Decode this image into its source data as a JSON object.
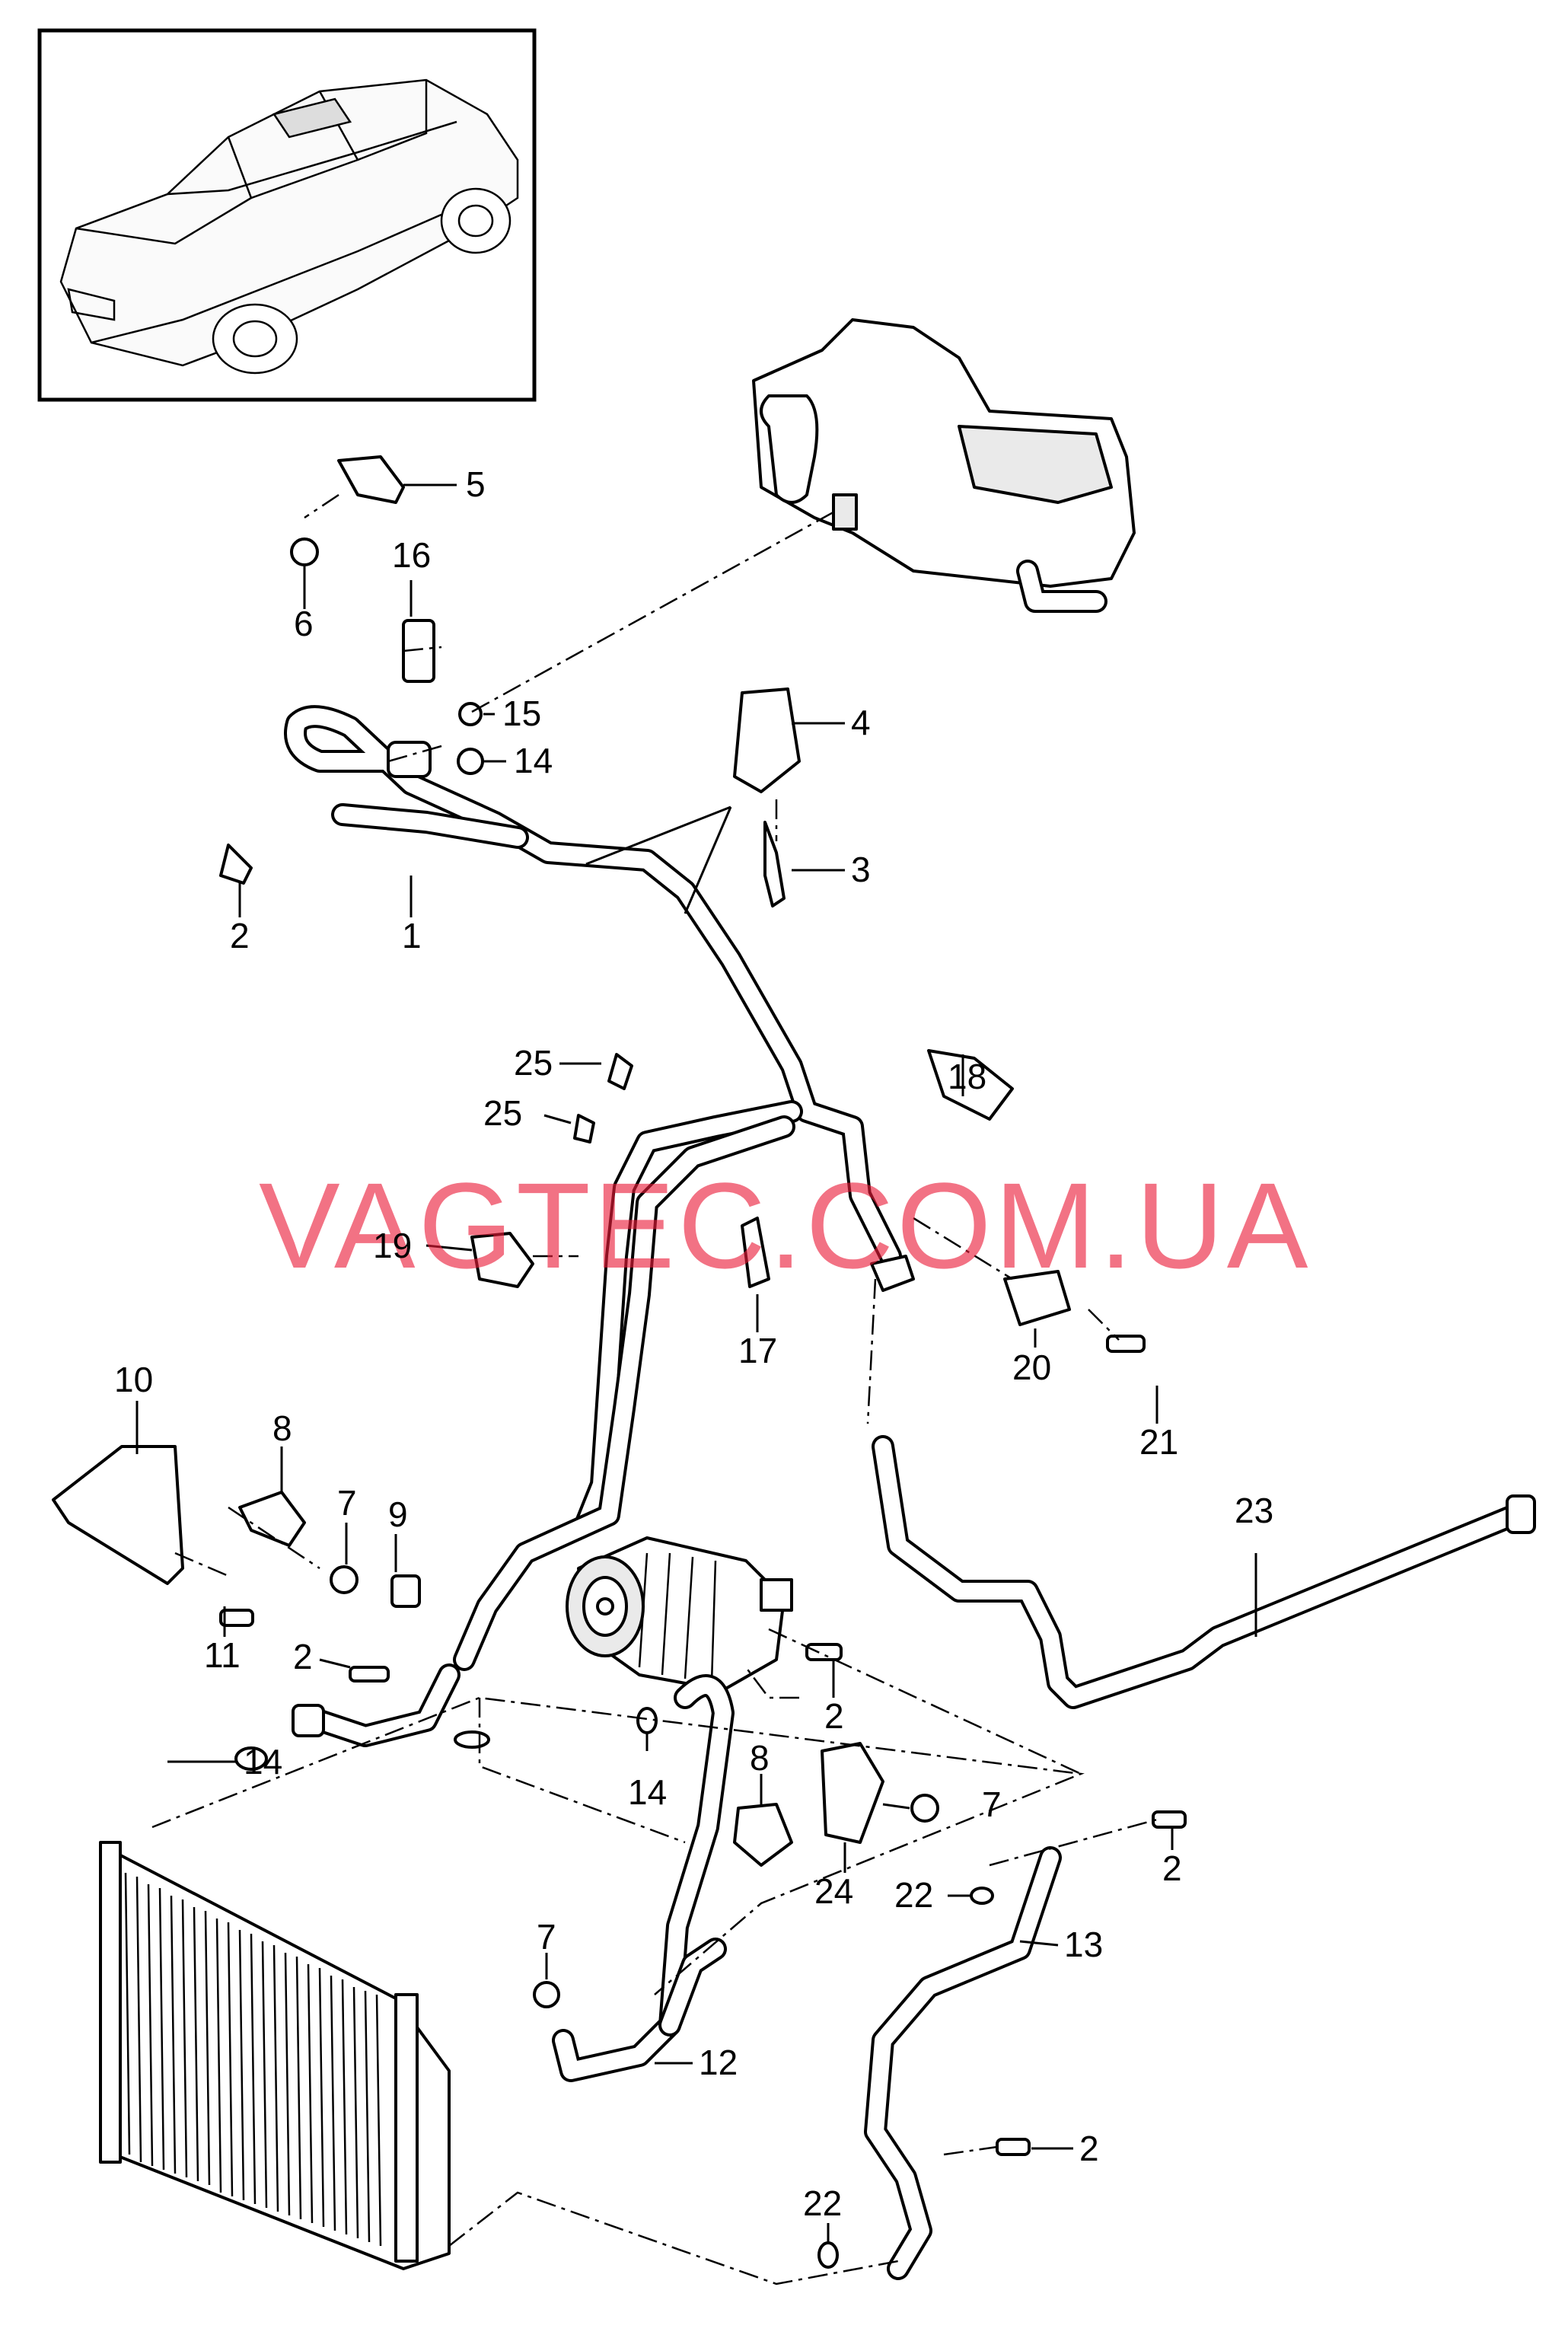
{
  "watermark": "VAGTEC.COM.UA",
  "callouts": [
    {
      "id": "c5",
      "text": "5"
    },
    {
      "id": "c6",
      "text": "6"
    },
    {
      "id": "c16",
      "text": "16"
    },
    {
      "id": "c15",
      "text": "15"
    },
    {
      "id": "c14a",
      "text": "14"
    },
    {
      "id": "c4",
      "text": "4"
    },
    {
      "id": "c3",
      "text": "3"
    },
    {
      "id": "c2a",
      "text": "2"
    },
    {
      "id": "c1",
      "text": "1"
    },
    {
      "id": "c25a",
      "text": "25"
    },
    {
      "id": "c25b",
      "text": "25"
    },
    {
      "id": "c18",
      "text": "18"
    },
    {
      "id": "c19",
      "text": "19"
    },
    {
      "id": "c17",
      "text": "17"
    },
    {
      "id": "c20",
      "text": "20"
    },
    {
      "id": "c21",
      "text": "21"
    },
    {
      "id": "c10",
      "text": "10"
    },
    {
      "id": "c8a",
      "text": "8"
    },
    {
      "id": "c7a",
      "text": "7"
    },
    {
      "id": "c9",
      "text": "9"
    },
    {
      "id": "c11",
      "text": "11"
    },
    {
      "id": "c2b",
      "text": "2"
    },
    {
      "id": "c14b",
      "text": "14"
    },
    {
      "id": "c23",
      "text": "23"
    },
    {
      "id": "c2c",
      "text": "2"
    },
    {
      "id": "c14c",
      "text": "14"
    },
    {
      "id": "c8b",
      "text": "8"
    },
    {
      "id": "c7b",
      "text": "7"
    },
    {
      "id": "c24",
      "text": "24"
    },
    {
      "id": "c2d",
      "text": "2"
    },
    {
      "id": "c22a",
      "text": "22"
    },
    {
      "id": "c13",
      "text": "13"
    },
    {
      "id": "c7c",
      "text": "7"
    },
    {
      "id": "c12",
      "text": "12"
    },
    {
      "id": "c2e",
      "text": "2"
    },
    {
      "id": "c22b",
      "text": "22"
    }
  ]
}
